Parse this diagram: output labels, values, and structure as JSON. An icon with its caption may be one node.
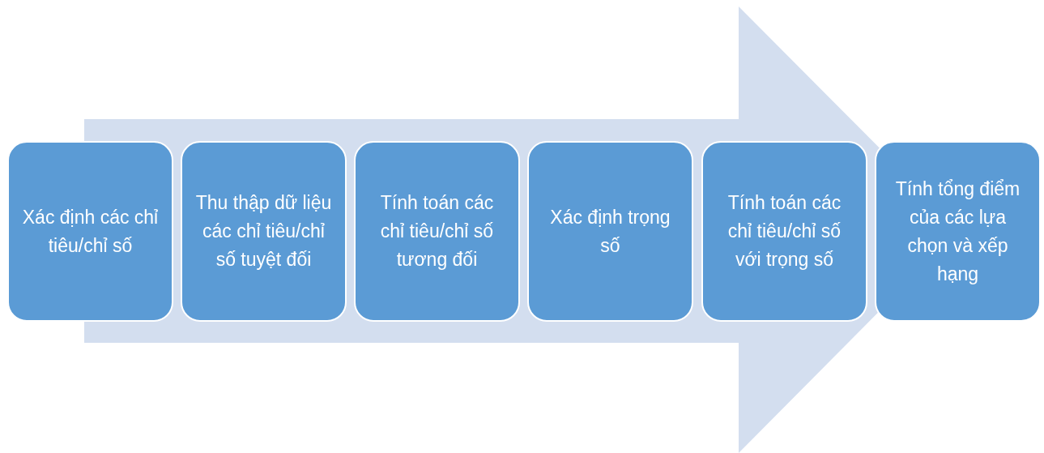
{
  "diagram": {
    "nodes": [
      {
        "text": [
          "Xác định các chỉ tiêu/chỉ số"
        ]
      },
      {
        "text": [
          "Thu thập dữ liệu các chỉ tiêu/chỉ số tuyệt đối"
        ]
      },
      {
        "text": [
          "Tính toán các chỉ tiêu/chỉ số tương đối"
        ]
      },
      {
        "text": [
          "Xác định trọng số"
        ]
      },
      {
        "text": [
          "Tính toán các chỉ tiêu/chỉ số với trọng số"
        ]
      },
      {
        "text": [
          "Tính tổng điểm của các lựa chọn và xếp hạng"
        ]
      }
    ],
    "edges": [
      {
        "from": 0,
        "to": 5,
        "arrow": "to"
      }
    ]
  }
}
